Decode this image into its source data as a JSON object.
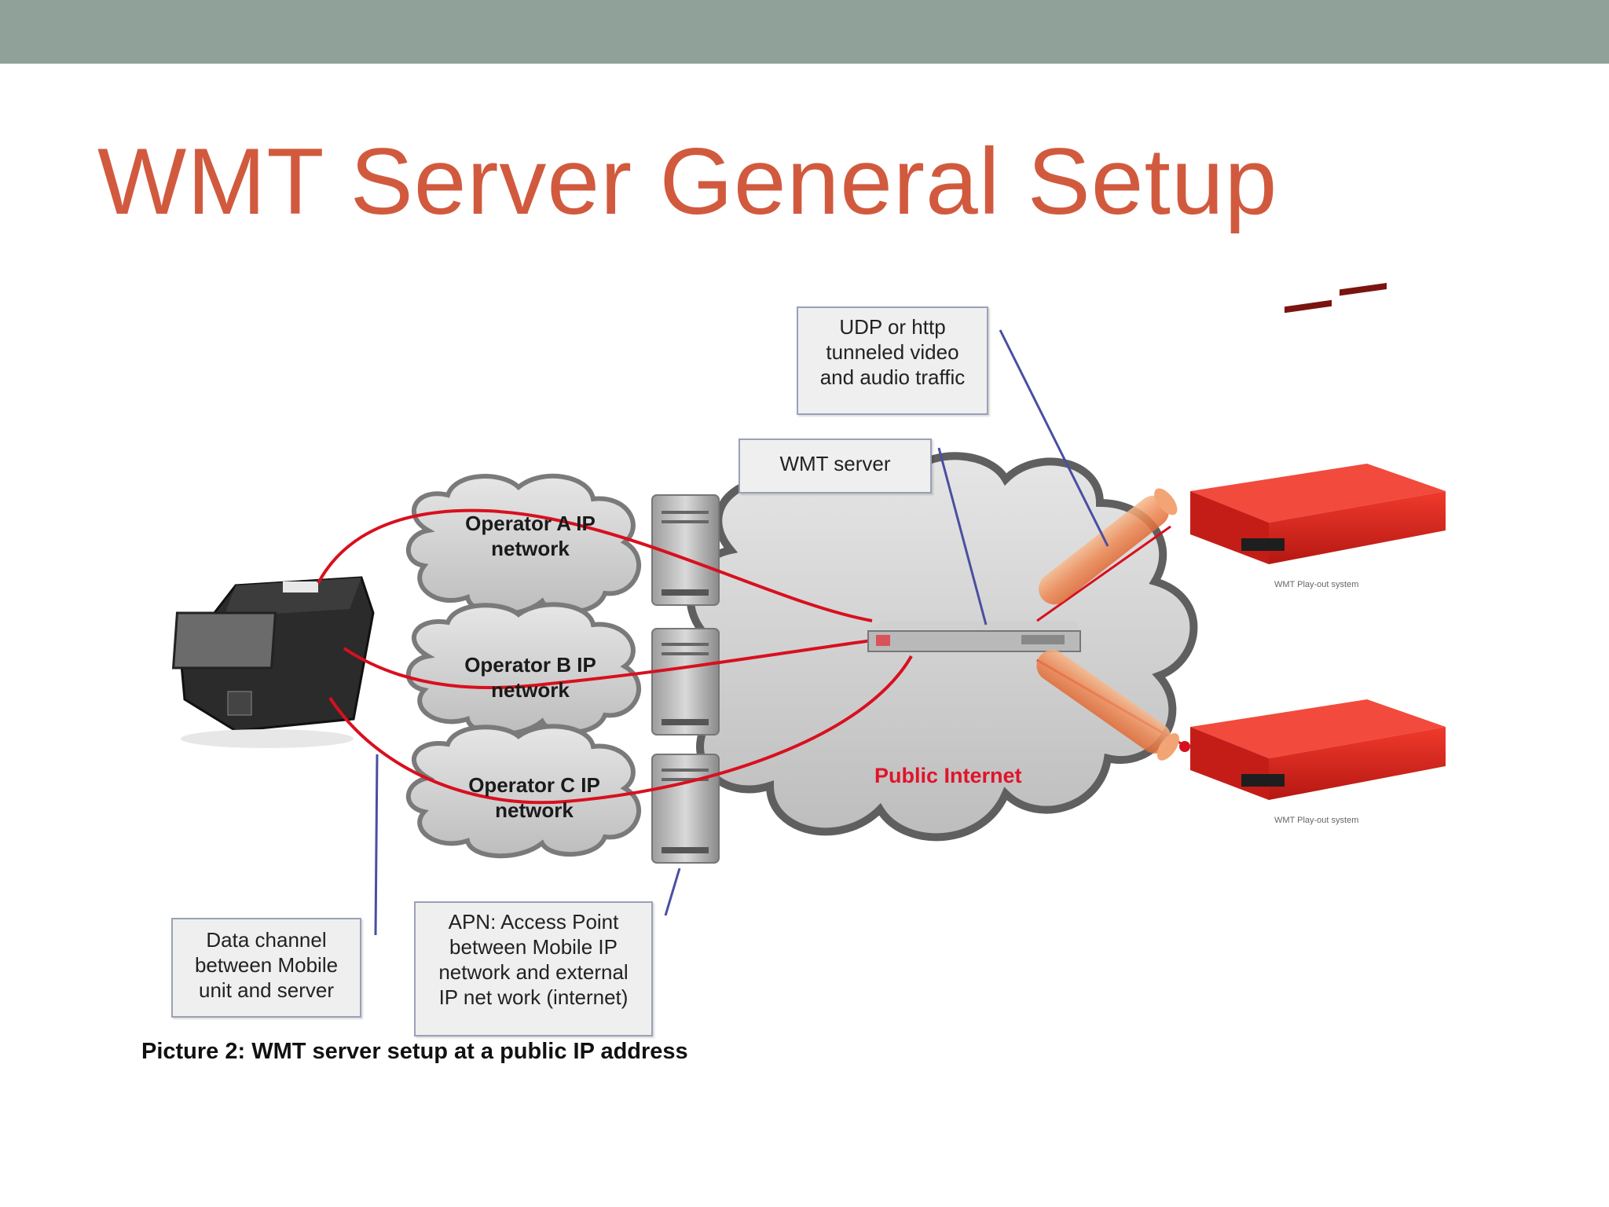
{
  "slide": {
    "title": "WMT Server General Setup"
  },
  "diagram": {
    "callouts": {
      "udp": "UDP or http\ntunneled video\nand audio traffic",
      "wmt_server": "WMT server",
      "data_channel": "Data channel\nbetween Mobile\nunit and server",
      "apn": "APN: Access Point\nbetween Mobile IP\nnetwork and external\nIP net work (internet)"
    },
    "clouds": {
      "operator_a": "Operator  A IP\nnetwork",
      "operator_b": "Operator B IP\nnetwork",
      "operator_c": "Operator  C IP\nnetwork",
      "public_internet": "Public Internet"
    },
    "playout_labels": [
      "WMT Play-out system",
      "WMT Play-out system"
    ],
    "caption": "Picture 2: WMT server setup at a public IP address",
    "colors": {
      "link_line": "#d8101e",
      "cloud_fill": "#cfcfcf",
      "cloud_stroke": "#6a6a6a",
      "playout_red": "#d9241e",
      "title": "#d15a3e"
    }
  }
}
